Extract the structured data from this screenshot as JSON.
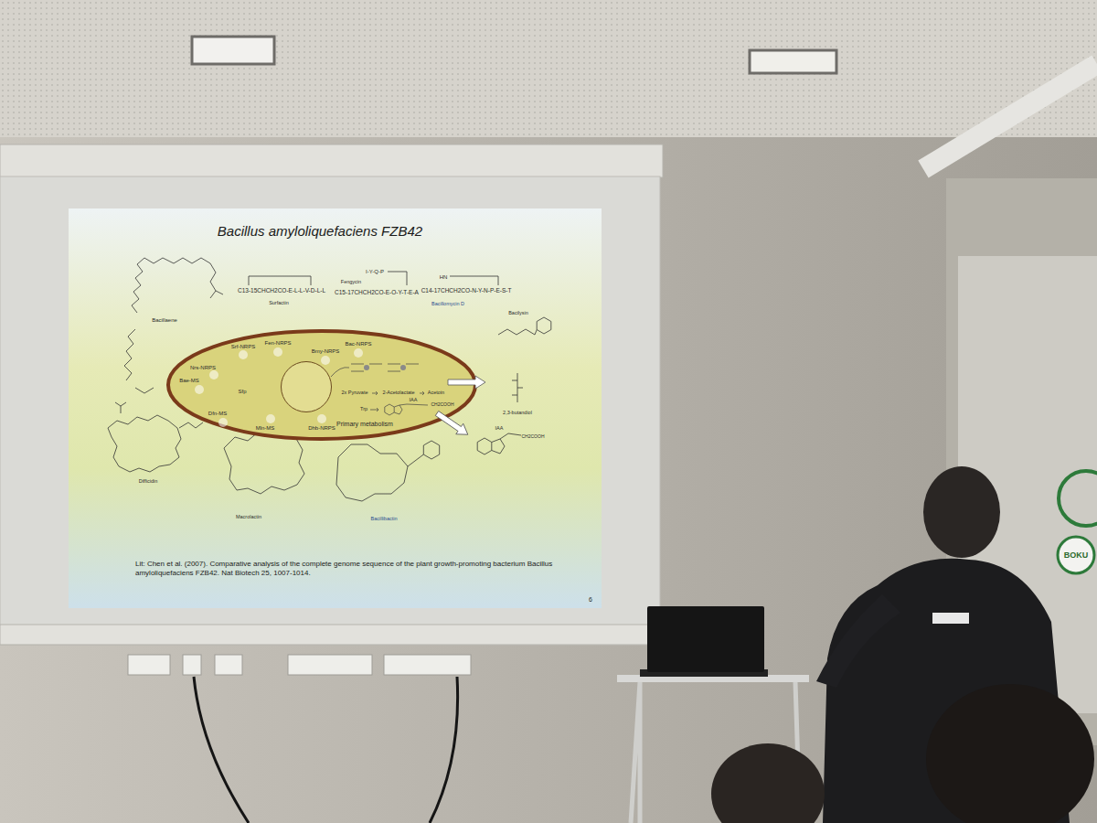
{
  "diagram": {
    "title": "Bacillus amyloliquefaciens FZB42",
    "caption": "Lit: Chen et al. (2007). Comparative analysis of the complete genome sequence of the plant growth-promoting bacterium Bacillus amyloliquefaciens FZB42. Nat Biotech 25, 1007-1014.",
    "nodes": [
      {
        "text": [
          "Sfp"
        ]
      },
      {
        "text": [
          "Primary metabolism"
        ],
        "in": 0
      }
    ],
    "labels": [
      "Bacillaene",
      "C13-15CHCH2CO-E-L-L-V-D-L-L",
      "Surfactin",
      "I-Y-Q-P",
      "Fengycin",
      "C15-17CHCH2CO-E-O-Y-T-E-A",
      "HN",
      "C14-17CHCH2CO-N-Y-N-P-E-S-T",
      "Bacillomycin D",
      "Bacilysin",
      "Srf-NRPS",
      "Fen-NRPS",
      "Bmy-NRPS",
      "Bac-NRPS",
      "Nrs-NRPS",
      "Bae-MS",
      "Dfn-MS",
      "Mln-MS",
      "Dhb-NRPS",
      "2x Pyruvate",
      "2-Acetolactate",
      "Acetoin",
      "Trp",
      "IAA",
      "CH2COOH",
      "2,3-butandiol",
      "IAA",
      "CH2COOH",
      "Difficidin",
      "Macrolactin",
      "Bacillibactin",
      "6",
      "BOKU"
    ]
  }
}
